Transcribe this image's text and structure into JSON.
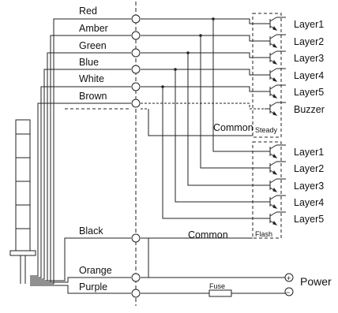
{
  "wires": [
    "Red",
    "Amber",
    "Green",
    "Blue",
    "White",
    "Brown"
  ],
  "steady_outputs": [
    "Layer1",
    "Layer2",
    "Layer3",
    "Layer4",
    "Layer5",
    "Buzzer"
  ],
  "flash_outputs": [
    "Layer1",
    "Layer2",
    "Layer3",
    "Layer4",
    "Layer5"
  ],
  "common_top": "Common",
  "steady_label": "Steady",
  "black_wire": "Black",
  "common_bottom": "Common",
  "flash_label": "Flash",
  "orange_wire": "Orange",
  "purple_wire": "Purple",
  "fuse_label": "Fuse",
  "power_label": "Power",
  "plus_symbol": "+",
  "minus_symbol": "−"
}
